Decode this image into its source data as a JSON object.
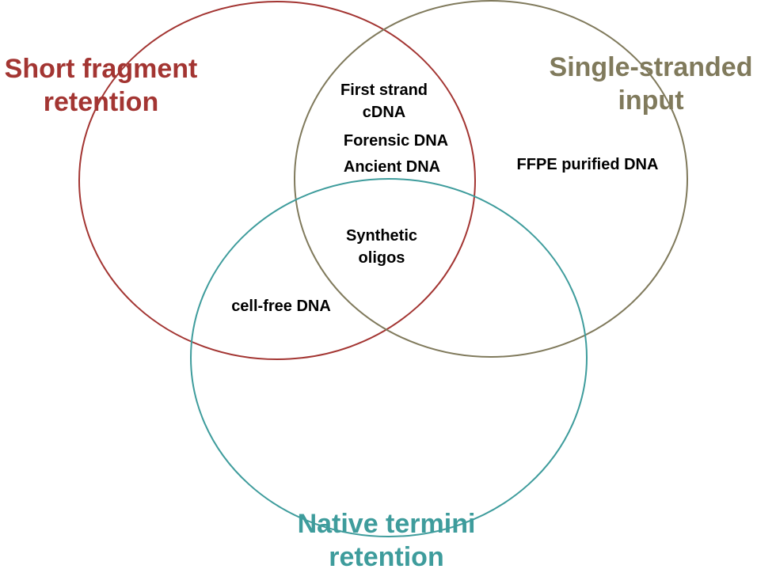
{
  "colors": {
    "short_fragment": "#A33532",
    "single_stranded": "#807A5C",
    "native_termini": "#3E9C9C",
    "item_text": "#000000"
  },
  "sets": {
    "short_fragment": {
      "line1": "Short fragment",
      "line2": "retention"
    },
    "single_stranded": {
      "line1": "Single-stranded",
      "line2": "input"
    },
    "native_termini": {
      "line1": "Native termini",
      "line2": "retention"
    }
  },
  "items": {
    "first_strand_line1": "First strand",
    "first_strand_line2": "cDNA",
    "forensic": "Forensic DNA",
    "ancient": "Ancient DNA",
    "ffpe": "FFPE purified DNA",
    "synthetic_line1": "Synthetic",
    "synthetic_line2": "oligos",
    "cell_free": "cell-free DNA"
  }
}
